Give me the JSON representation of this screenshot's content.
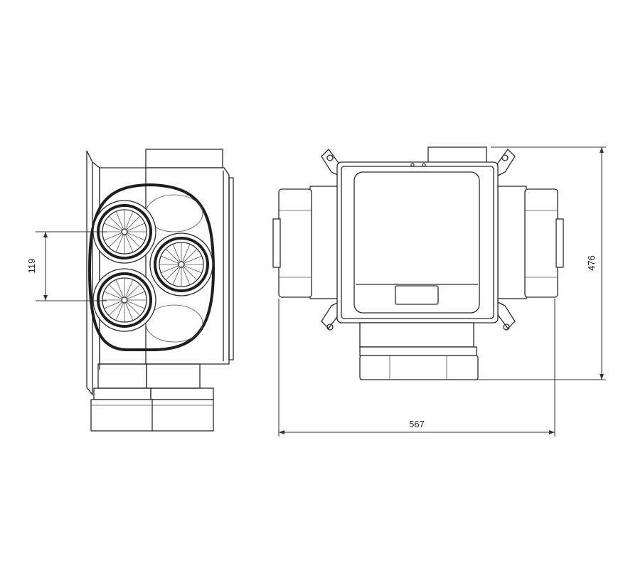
{
  "drawing": {
    "side_view": {
      "dimension_label": "119"
    },
    "front_view": {
      "height_label": "476",
      "width_label": "567"
    }
  },
  "colors": {
    "line": "#2a2a2a",
    "background": "#ffffff"
  }
}
